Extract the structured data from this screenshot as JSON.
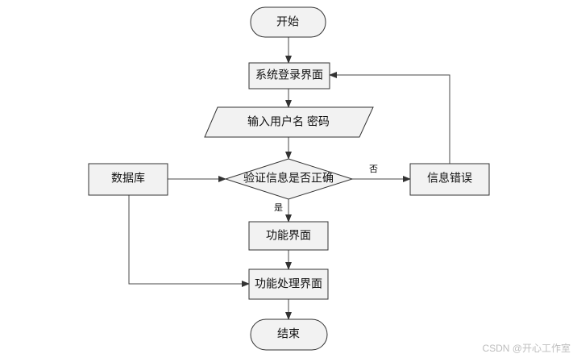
{
  "nodes": {
    "start": "开始",
    "login": "系统登录界面",
    "input": "输入用户名 密码",
    "verify": "验证信息是否正确",
    "database": "数据库",
    "error": "信息错误",
    "function": "功能界面",
    "process": "功能处理界面",
    "end": "结束"
  },
  "edges": {
    "no": "否",
    "yes": "是"
  },
  "watermark": "CSDN @开心工作室"
}
